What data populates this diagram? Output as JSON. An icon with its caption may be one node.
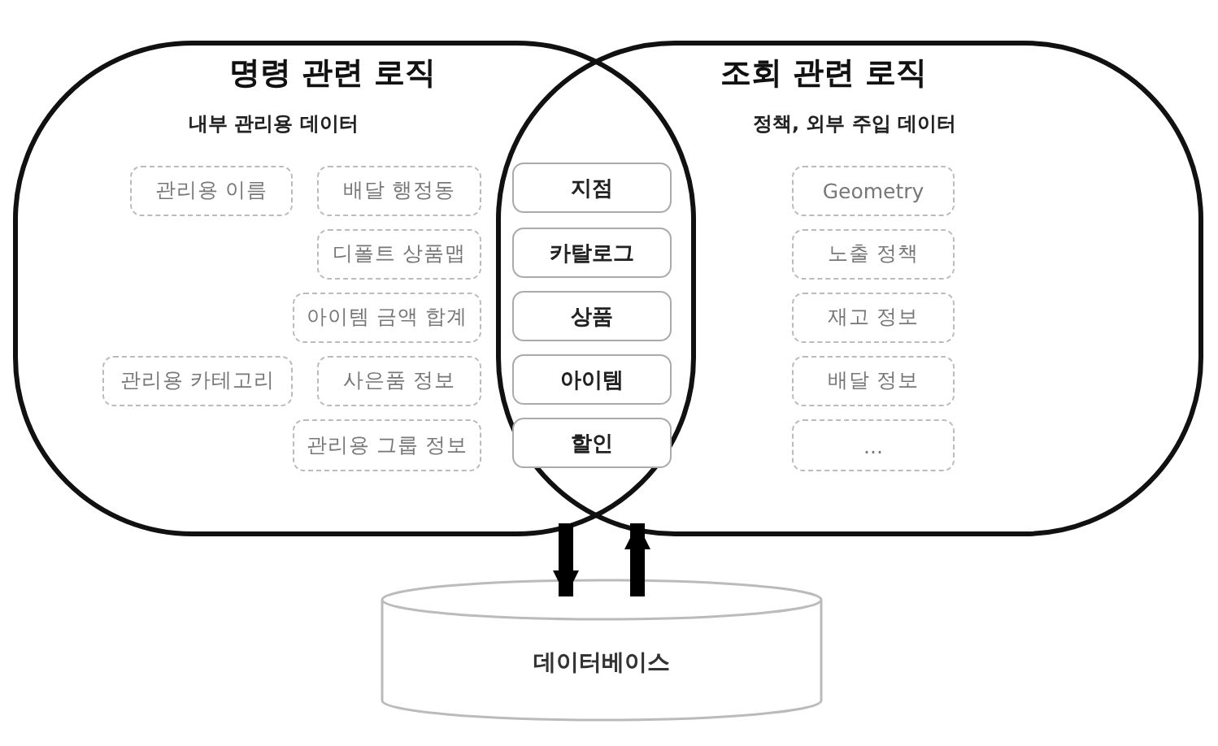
{
  "diagram": {
    "nodes": [
      {
        "text": [
          "명령 관련 로직",
          "내부 관리용 데이터"
        ]
      },
      {
        "text": [
          "관리용 이름"
        ],
        "in": 0
      },
      {
        "text": [
          "배달 행정동"
        ],
        "in": 0
      },
      {
        "text": [
          "디폴트 상품맵"
        ],
        "in": 0
      },
      {
        "text": [
          "아이템 금액 합계"
        ],
        "in": 0
      },
      {
        "text": [
          "관리용 카테고리"
        ],
        "in": 0
      },
      {
        "text": [
          "사은품 정보"
        ],
        "in": 0
      },
      {
        "text": [
          "관리용 그룹 정보"
        ],
        "in": 0
      },
      {
        "text": [
          "지점"
        ]
      },
      {
        "text": [
          "카탈로그"
        ]
      },
      {
        "text": [
          "상품"
        ]
      },
      {
        "text": [
          "아이템"
        ]
      },
      {
        "text": [
          "할인"
        ]
      },
      {
        "text": [
          "조회 관련 로직",
          "정책, 외부 주입 데이터"
        ]
      },
      {
        "text": [
          "Geometry"
        ],
        "in": 13
      },
      {
        "text": [
          "노출 정책"
        ],
        "in": 13
      },
      {
        "text": [
          "재고 정보"
        ],
        "in": 13
      },
      {
        "text": [
          "배달 정보"
        ],
        "in": 13
      },
      {
        "text": [
          "..."
        ],
        "in": 13
      },
      {
        "text": [
          "데이터베이스"
        ]
      }
    ],
    "edges": [
      {
        "from": 0,
        "to": 19,
        "arrow": "to"
      },
      {
        "from": 19,
        "to": 13,
        "arrow": "to"
      }
    ]
  }
}
